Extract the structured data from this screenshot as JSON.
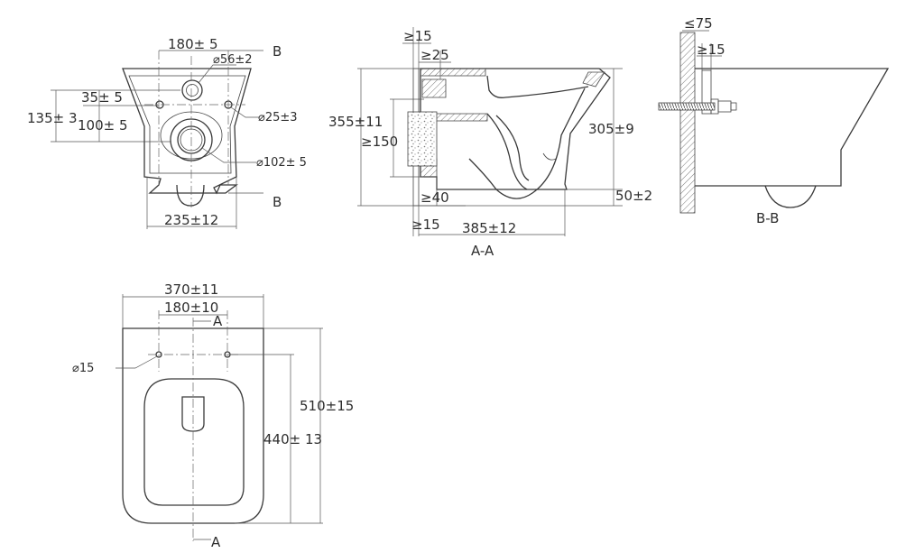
{
  "views": {
    "front": {
      "section_marker_top": "B",
      "section_marker_bottom": "B",
      "dim_top_width": "180± 5",
      "dim_inlet_dia": "⌀56±2",
      "dim_height_135": "135± 3",
      "dim_35": "35± 5",
      "dim_100": "100± 5",
      "dim_hole_dia": "⌀25±3",
      "dim_outlet_dia": "⌀102± 5",
      "dim_bottom_width": "235±12"
    },
    "section_aa": {
      "title": "A-A",
      "dim_wall_15": "≥15",
      "dim_25": "≥25",
      "dim_height_355": "355±11",
      "dim_150": "≥150",
      "dim_305": "305±9",
      "dim_40": "≥40",
      "dim_50": "50±2",
      "dim_bottom_15": "≥15",
      "dim_length_385": "385±12"
    },
    "section_bb": {
      "title": "B-B",
      "dim_75": "≤75",
      "dim_15": "≥15"
    },
    "top": {
      "dim_width_370": "370±11",
      "dim_holes_180": "180±10",
      "marker_a_top": "A",
      "marker_a_bottom": "A",
      "dim_hole_dia": "⌀15",
      "dim_length_510": "510±15",
      "dim_length_440": "440± 13"
    }
  }
}
